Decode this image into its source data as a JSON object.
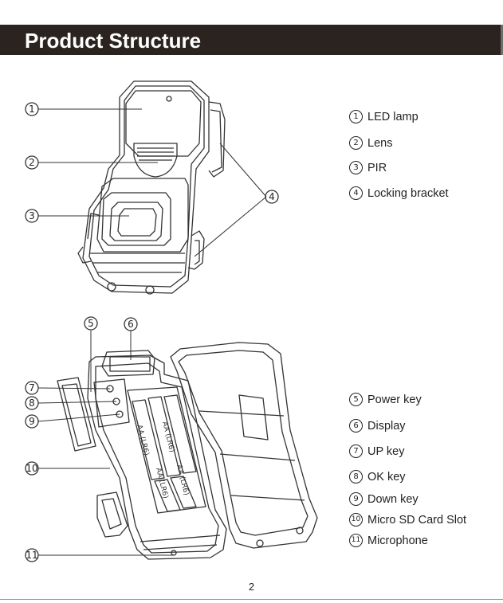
{
  "header": {
    "title": "Product Structure"
  },
  "figure_top": {
    "callouts": [
      "1",
      "2",
      "3",
      "4"
    ],
    "battery_labels": []
  },
  "figure_bottom": {
    "callouts": [
      "5",
      "6",
      "7",
      "8",
      "9",
      "10",
      "11"
    ],
    "battery_labels": [
      "AA (LR6)",
      "AA (LR6)",
      "AA (LR6)",
      "AA (LR6)"
    ]
  },
  "legend_top": [
    {
      "num": "1",
      "label": "LED lamp"
    },
    {
      "num": "2",
      "label": "Lens"
    },
    {
      "num": "3",
      "label": "PIR"
    },
    {
      "num": "4",
      "label": "Locking bracket"
    }
  ],
  "legend_bottom": [
    {
      "num": "5",
      "label": "Power key"
    },
    {
      "num": "6",
      "label": "Display"
    },
    {
      "num": "7",
      "label": "UP key"
    },
    {
      "num": "8",
      "label": "OK key"
    },
    {
      "num": "9",
      "label": "Down key"
    },
    {
      "num": "10",
      "label": "Micro SD Card Slot"
    },
    {
      "num": "11",
      "label": "Microphone"
    }
  ],
  "page_number": "2",
  "colors": {
    "header_bg": "#2b2320",
    "header_text": "#ffffff",
    "line": "#333333"
  }
}
